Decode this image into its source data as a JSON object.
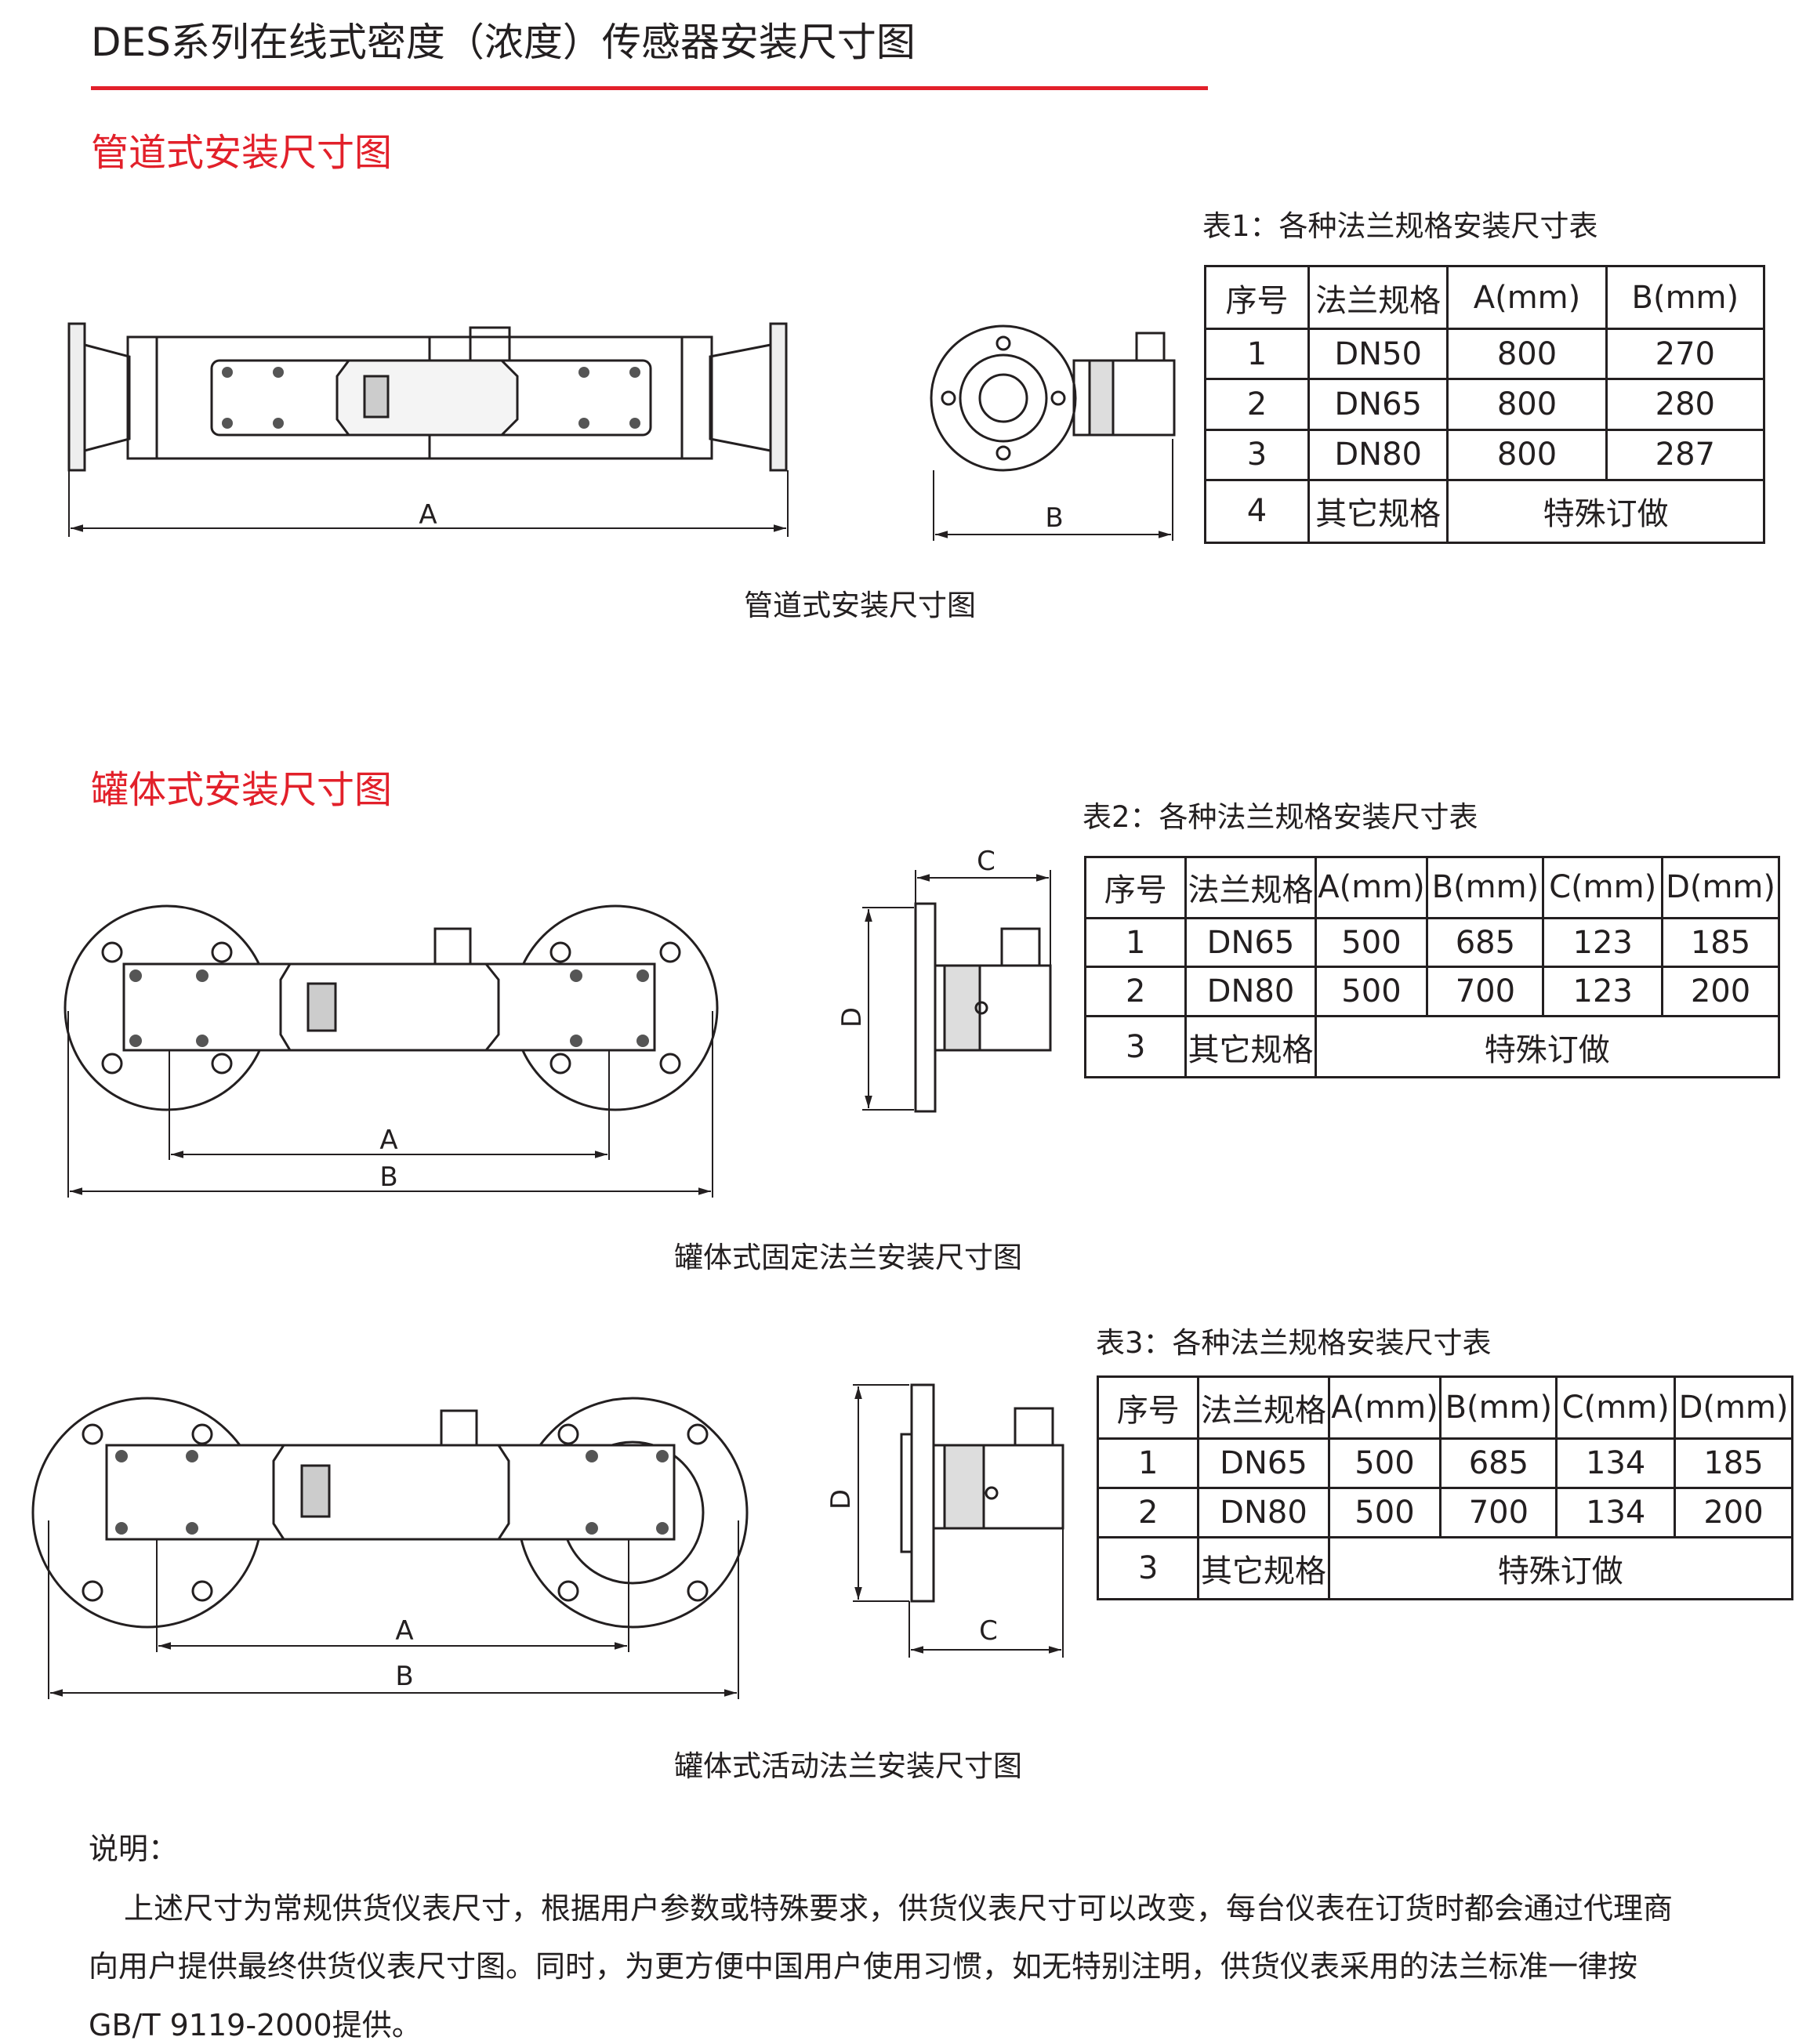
{
  "header": {
    "title": "DES系列在线式密度（浓度）传感器安装尺寸图"
  },
  "colors": {
    "accent": "#e2202a",
    "text": "#231f20"
  },
  "pipe_section": {
    "title": "管道式安装尺寸图",
    "figure_caption": "管道式安装尺寸图",
    "dim_labels": {
      "a": "A",
      "b": "B"
    },
    "table": {
      "caption": "表1：各种法兰规格安装尺寸表",
      "headers": [
        "序号",
        "法兰规格",
        "A(mm)",
        "B(mm)"
      ],
      "rows": [
        [
          "1",
          "DN50",
          "800",
          "270"
        ],
        [
          "2",
          "DN65",
          "800",
          "280"
        ],
        [
          "3",
          "DN80",
          "800",
          "287"
        ]
      ],
      "other_row": [
        "4",
        "其它规格",
        "特殊订做"
      ]
    }
  },
  "tank_section": {
    "title": "罐体式安装尺寸图",
    "fixed": {
      "figure_caption": "罐体式固定法兰安装尺寸图",
      "dim_labels": {
        "a": "A",
        "b": "B",
        "c": "C",
        "d": "D"
      },
      "table": {
        "caption": "表2：各种法兰规格安装尺寸表",
        "headers": [
          "序号",
          "法兰规格",
          "A(mm)",
          "B(mm)",
          "C(mm)",
          "D(mm)"
        ],
        "rows": [
          [
            "1",
            "DN65",
            "500",
            "685",
            "123",
            "185"
          ],
          [
            "2",
            "DN80",
            "500",
            "700",
            "123",
            "200"
          ]
        ],
        "other_row": [
          "3",
          "其它规格",
          "特殊订做"
        ]
      }
    },
    "movable": {
      "figure_caption": "罐体式活动法兰安装尺寸图",
      "dim_labels": {
        "a": "A",
        "b": "B",
        "c": "C",
        "d": "D"
      },
      "table": {
        "caption": "表3：各种法兰规格安装尺寸表",
        "headers": [
          "序号",
          "法兰规格",
          "A(mm)",
          "B(mm)",
          "C(mm)",
          "D(mm)"
        ],
        "rows": [
          [
            "1",
            "DN65",
            "500",
            "685",
            "134",
            "185"
          ],
          [
            "2",
            "DN80",
            "500",
            "700",
            "134",
            "200"
          ]
        ],
        "other_row": [
          "3",
          "其它规格",
          "特殊订做"
        ]
      }
    }
  },
  "notes": {
    "label": "说明：",
    "lines": [
      "上述尺寸为常规供货仪表尺寸，根据用户参数或特殊要求，供货仪表尺寸可以改变，每台仪表在订货时都会通过代理商",
      "向用户提供最终供货仪表尺寸图。同时，为更方便中国用户使用习惯，如无特别注明，供货仪表采用的法兰标准一律按",
      "GB/T 9119-2000提供。"
    ]
  }
}
